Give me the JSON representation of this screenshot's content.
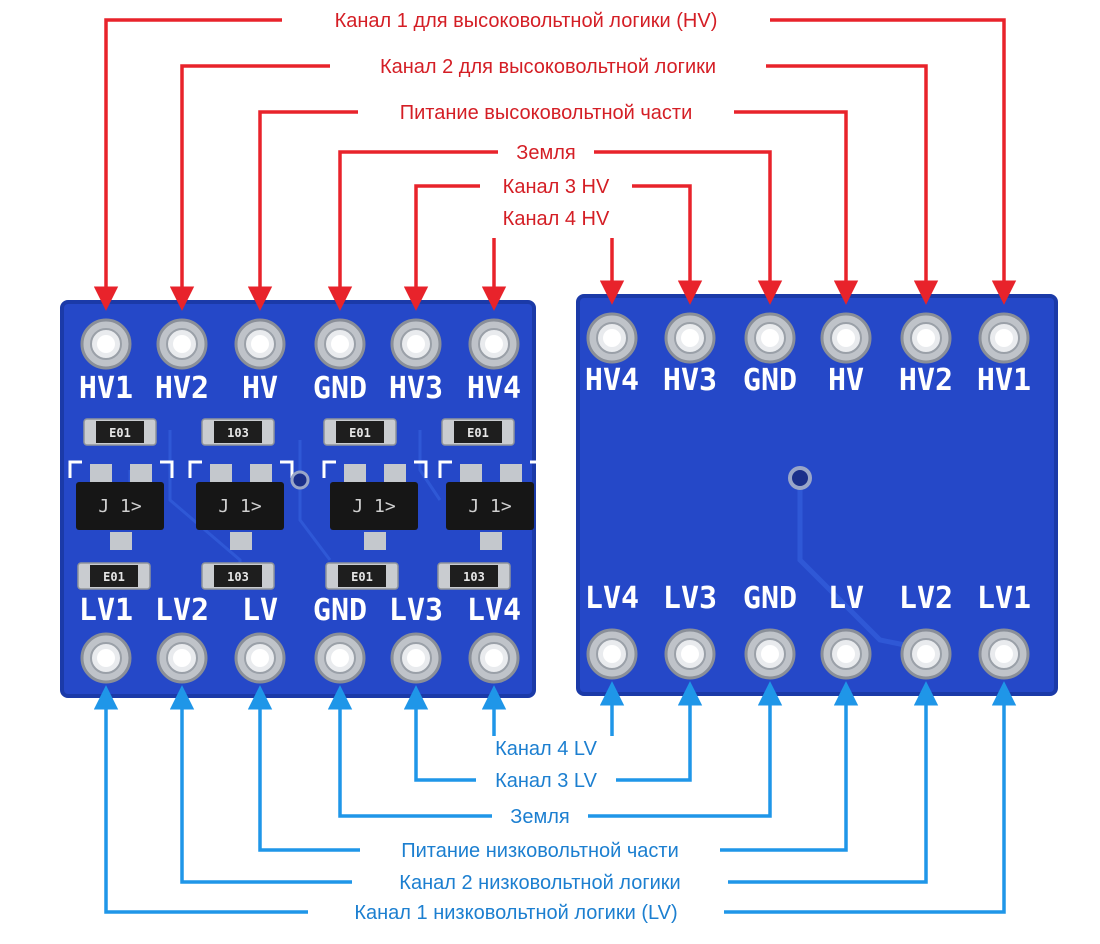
{
  "colors": {
    "hv_line": "#e8232b",
    "hv_text": "#d41e25",
    "lv_line": "#1f96e8",
    "lv_text": "#1c7fd0",
    "board": "#2548c8",
    "board_edge": "#1b3aa8",
    "silk": "#ffffff"
  },
  "hv_callouts": [
    {
      "text": "Канал 1 для высоковольтной логики (HV)"
    },
    {
      "text": "Канал 2 для высоковольтной логики"
    },
    {
      "text": "Питание высоковольтной части"
    },
    {
      "text": "Земля"
    },
    {
      "text": "Канал 3 HV"
    },
    {
      "text": "Канал 4 HV"
    }
  ],
  "lv_callouts": [
    {
      "text": "Канал 4 LV"
    },
    {
      "text": "Канал 3 LV"
    },
    {
      "text": "Земля"
    },
    {
      "text": "Питание низковольтной части"
    },
    {
      "text": "Канал 2 низковольтной логики"
    },
    {
      "text": "Канал 1 низковольтной логики (LV)"
    }
  ],
  "front_board": {
    "top_pins": [
      "HV1",
      "HV2",
      "HV",
      "GND",
      "HV3",
      "HV4"
    ],
    "bottom_pins": [
      "LV1",
      "LV2",
      "LV",
      "GND",
      "LV3",
      "LV4"
    ],
    "resistors_top": [
      "E01",
      "103",
      "E01",
      "E01"
    ],
    "resistors_bottom": [
      "E01",
      "103",
      "E01",
      "103"
    ],
    "transistors": [
      "J 1",
      "J 1",
      "J 1",
      "J 1"
    ]
  },
  "back_board": {
    "top_pins": [
      "HV4",
      "HV3",
      "GND",
      "HV",
      "HV2",
      "HV1"
    ],
    "bottom_pins": [
      "LV4",
      "LV3",
      "GND",
      "LV",
      "LV2",
      "LV1"
    ]
  }
}
